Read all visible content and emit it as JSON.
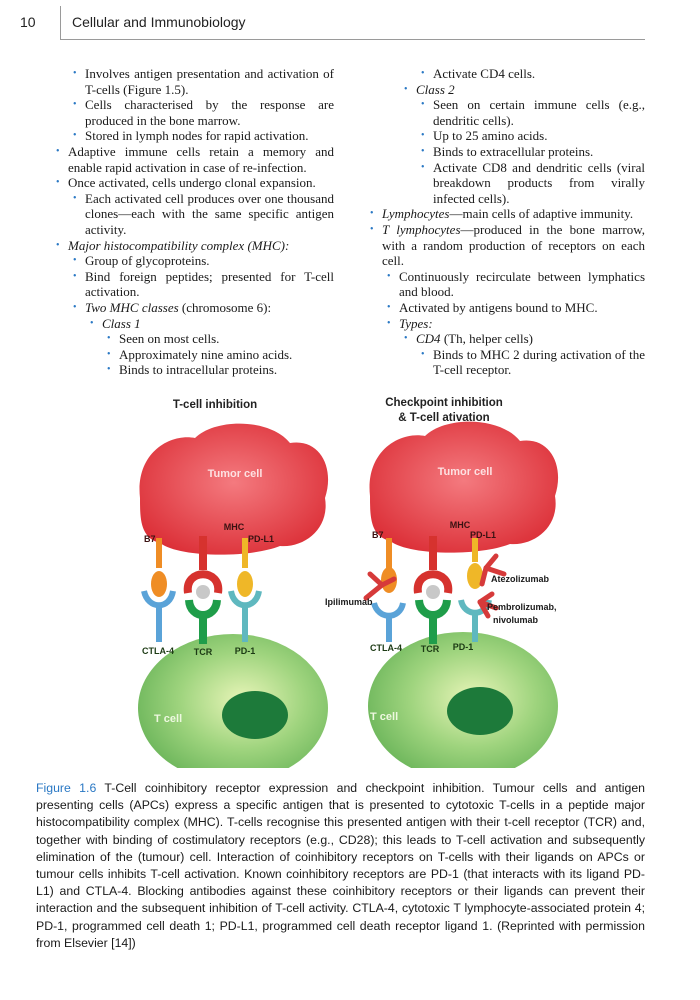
{
  "header": {
    "page_number": "10",
    "running_title": "Cellular and Immunobiology"
  },
  "left_column": [
    {
      "level": 1,
      "text": "Involves antigen presentation and activation of T-cells (Figure 1.5)."
    },
    {
      "level": 1,
      "text": "Cells characterised by the response are produced in the bone marrow."
    },
    {
      "level": 1,
      "text": "Stored in lymph nodes for rapid activation."
    },
    {
      "level": 0,
      "text": "Adaptive immune cells retain a memory and enable rapid activation in case of re-infection."
    },
    {
      "level": 0,
      "text": "Once activated, cells undergo clonal expansion."
    },
    {
      "level": 1,
      "text": "Each activated cell produces over one thousand clones—each with the same specific antigen activity."
    },
    {
      "level": 0,
      "italic": "Major histocompatibility complex (MHC):",
      "text": ""
    },
    {
      "level": 1,
      "text": "Group of glycoproteins."
    },
    {
      "level": 1,
      "text": "Bind foreign peptides; presented for T-cell activation."
    },
    {
      "level": 1,
      "italic": "Two MHC classes",
      "text": " (chromosome 6):"
    },
    {
      "level": 2,
      "italic": "Class 1",
      "text": ""
    },
    {
      "level": 3,
      "text": "Seen on most cells."
    },
    {
      "level": 3,
      "text": "Approximately nine amino acids."
    },
    {
      "level": 3,
      "text": "Binds to intracellular proteins."
    }
  ],
  "right_column": [
    {
      "level": 3,
      "text": "Activate CD4 cells."
    },
    {
      "level": 2,
      "italic": "Class 2",
      "text": ""
    },
    {
      "level": 3,
      "text": "Seen on certain immune cells (e.g., dendritic cells)."
    },
    {
      "level": 3,
      "text": "Up to 25 amino acids."
    },
    {
      "level": 3,
      "text": "Binds to extracellular proteins."
    },
    {
      "level": 3,
      "text": "Activate CD8 and dendritic cells (viral breakdown products from virally infected cells)."
    },
    {
      "level": 0,
      "italic": "Lymphocytes",
      "text": "—main cells of adaptive immunity."
    },
    {
      "level": 0,
      "italic": "T lymphocytes",
      "text": "—produced in the bone marrow, with a random production of receptors on each cell."
    },
    {
      "level": 1,
      "text": "Continuously recirculate between lymphatics and blood."
    },
    {
      "level": 1,
      "text": "Activated by antigens bound to MHC."
    },
    {
      "level": 1,
      "italic": "Types:",
      "text": ""
    },
    {
      "level": 2,
      "italic": "CD4",
      "text": " (Th, helper cells)"
    },
    {
      "level": 3,
      "text": "Binds to MHC 2 during activation of the T-cell receptor."
    }
  ],
  "figure": {
    "left_title": "T-cell inhibition",
    "right_title_line1": "Checkpoint inhibition",
    "right_title_line2": "& T-cell ativation",
    "tumor_cell": "Tumor cell",
    "t_cell": "T cell",
    "mhc": "MHC",
    "b7": "B7",
    "pdl1": "PD-L1",
    "ctla4": "CTLA-4",
    "tcr": "TCR",
    "pd1": "PD-1",
    "ipilimumab": "Ipilimumab",
    "atezolizumab": "Atezolizumab",
    "pembrolizumab_line1": "Pembrolizumab,",
    "pembrolizumab_line2": "nivolumab",
    "colors": {
      "tumor": "#e8434a",
      "tcell": "#7ec46a",
      "nucleus": "#1d7a3a",
      "mhc_red": "#d6322e",
      "b7_orange": "#ef8d25",
      "pdl1_yellow": "#efb728",
      "ctla4_blue": "#5aa3d8",
      "tcr_green": "#1f9d4a",
      "pd1_teal": "#5fb8bf",
      "antibody": "#d63a3a"
    }
  },
  "caption": {
    "label": "Figure 1.6",
    "text": " T-Cell coinhibitory receptor expression and checkpoint inhibition. Tumour cells and antigen presenting cells (APCs) express a specific antigen that is presented to cytotoxic T-cells in a peptide major histocompatibility complex (MHC). T-cells recognise this presented antigen with their t-cell receptor (TCR) and, together with binding of costimulatory receptors (e.g., CD28); this leads to T-cell activation and subsequently elimination of the (tumour) cell. Interaction of coinhibitory receptors on T-cells with their ligands on APCs or tumour cells inhibits T-cell activation. Known coinhibitory receptors are PD-1 (that interacts with its ligand PD-L1) and CTLA-4. Blocking antibodies against these coinhibitory receptors or their ligands can prevent their interaction and the subsequent inhibition of T-cell activity. CTLA-4, cytotoxic T lymphocyte-associated protein 4; PD-1, programmed cell death 1; PD-L1, programmed cell death receptor ligand 1. (Reprinted with permission from Elsevier [14])"
  }
}
